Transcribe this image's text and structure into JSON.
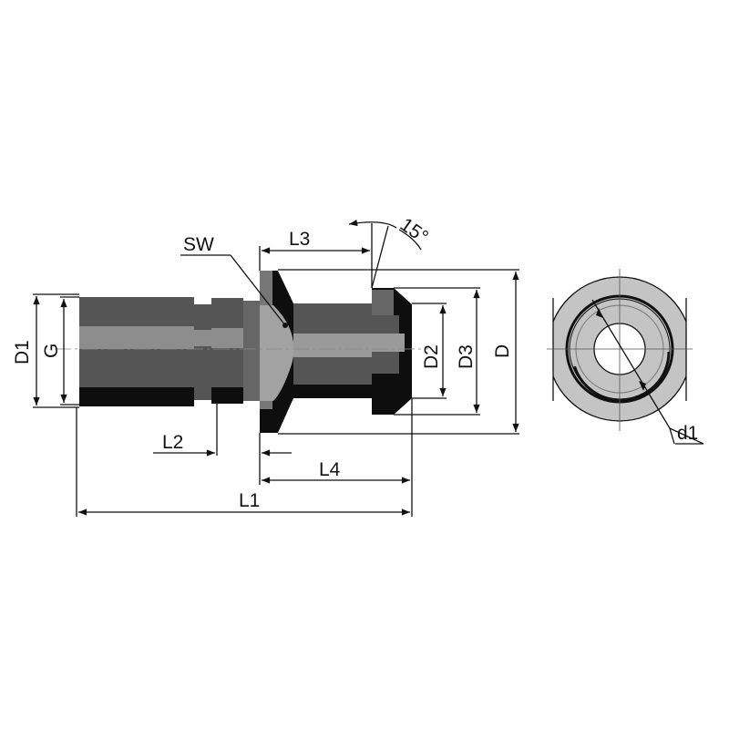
{
  "drawing": {
    "labels": {
      "sw": "SW",
      "l3": "L3",
      "angle": "15°",
      "d1_outer": "D1",
      "g": "G",
      "d2": "D2",
      "d3": "D3",
      "d": "D",
      "l2": "L2",
      "l4": "L4",
      "l1": "L1",
      "d1_bore": "d1"
    },
    "colors": {
      "body_dark": "#111111",
      "body_mid": "#555555",
      "body_light": "#9a9a9a",
      "end_view_fill": "#c4c4c4"
    }
  }
}
